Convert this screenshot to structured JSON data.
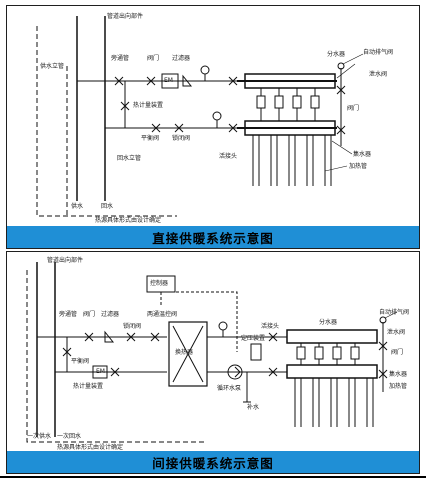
{
  "colors": {
    "caption_bg": "#1f8fd6",
    "line": "#111111"
  },
  "top_cut_text": "",
  "panels": [
    {
      "caption": "直接供暖系统示意图",
      "labels": {
        "pipe_through_wall": "管道出向部件",
        "supply_riser": "供水立管",
        "bypass": "旁通管",
        "valve": "阀门",
        "filter": "过滤器",
        "em": "EM",
        "heat_meter": "热计量装置",
        "balance_valve": "平衡阀",
        "lock_valve": "锁闭阀",
        "return_riser": "回水立管",
        "supply": "供水",
        "return": "回水",
        "note": "热源具体形式由设计确定",
        "distributor": "分水器",
        "auto_vent": "自动排气阀",
        "drain_valve": "泄水阀",
        "valve_right": "阀门",
        "live_joint": "活接头",
        "collector": "集水器",
        "heating_pipe": "加热管"
      }
    },
    {
      "caption": "间接供暖系统示意图",
      "labels": {
        "pipe_through_wall": "管道出向部件",
        "controller": "控制器",
        "bypass": "旁通管",
        "valve": "阀门",
        "filter": "过滤器",
        "lock_valve": "锁闭阀",
        "two_way_temp_valve": "两通温控阀",
        "balance_valve": "平衡阀",
        "em": "EM",
        "heat_exchanger": "换热器",
        "heat_meter": "热计量装置",
        "circ_pump": "循环水泵",
        "pressure_device": "定压装置",
        "live_joint": "活接头",
        "distributor": "分水器",
        "auto_vent": "自动排气阀",
        "drain_valve": "泄水阀",
        "valve_right": "阀门",
        "collector": "集水器",
        "heating_pipe": "加热管",
        "supply": "一次供水",
        "return": "一次回水",
        "makeup": "补水",
        "note": "热源具体形式由设计确定"
      }
    }
  ]
}
